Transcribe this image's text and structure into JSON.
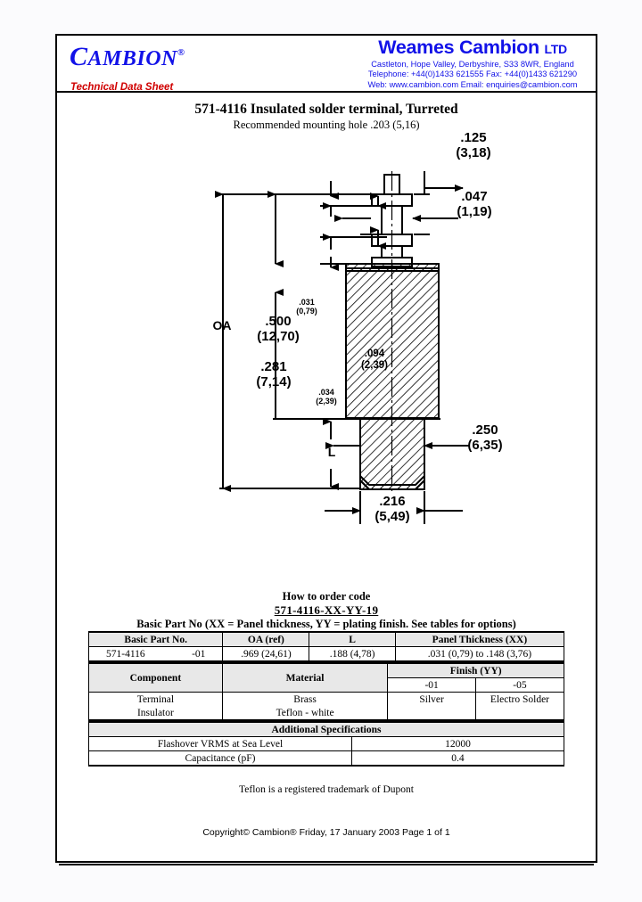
{
  "header": {
    "logo_text": "C",
    "logo_rest": "AMBION",
    "registered_mark": "®",
    "tagline": "Technical Data Sheet",
    "company_name": "Weames Cambion ",
    "company_suffix": "LTD",
    "address_line1": "Castleton, Hope Valley, Derbyshire, S33 8WR, England",
    "address_line2": "Telephone: +44(0)1433 621555  Fax: +44(0)1433 621290",
    "address_line3": "Web: www.cambion.com Email: enquiries@cambion.com",
    "brand_color": "#1212e8",
    "tagline_color": "#d00000"
  },
  "doc": {
    "title": "571-4116 Insulated solder terminal, Turreted",
    "subtitle": "Recommended mounting hole .203 (5,16)"
  },
  "drawing": {
    "dim_031_in": ".031",
    "dim_031_mm": "(0,79)",
    "dim_094_in": ".094",
    "dim_094_mm": "(2,39)",
    "dim_034_in": ".034",
    "dim_034_mm": "(2,39)",
    "dim_281_in": ".281",
    "dim_281_mm": "(7,14)",
    "dim_125_in": ".125",
    "dim_125_mm": "(3,18)",
    "dim_047_in": ".047",
    "dim_047_mm": "(1,19)",
    "dim_oa": "OA",
    "dim_500_in": ".500",
    "dim_500_mm": "(12,70)",
    "dim_250_in": ".250",
    "dim_250_mm": "(6,35)",
    "dim_216_in": ".216",
    "dim_216_mm": "(5,49)",
    "dim_L": "L"
  },
  "order_code": {
    "heading": "How to order code",
    "code": "571-4116-XX-YY-19",
    "note": "Basic Part No (XX = Panel thickness, YY = plating finish. See tables for options)"
  },
  "table1": {
    "headers": [
      "Basic Part No.",
      "OA (ref)",
      "L",
      "Panel Thickness (XX)"
    ],
    "row": {
      "part_no": "571-4116",
      "part_suffix": "-01",
      "oa": ".969 (24,61)",
      "l": ".188 (4,78)",
      "panel_thickness": ".031 (0,79) to .148 (3,76)"
    }
  },
  "table2": {
    "headers": [
      "Component",
      "Material",
      "Finish (YY)"
    ],
    "finish_codes": [
      "-01",
      "-05"
    ],
    "rows": [
      {
        "component": "Terminal",
        "material": "Brass",
        "finish_01": "Silver",
        "finish_05": "Electro Solder"
      },
      {
        "component": "Insulator",
        "material": "Teflon - white",
        "finish_01": "",
        "finish_05": ""
      }
    ]
  },
  "table3": {
    "header": "Additional Specifications",
    "rows": [
      {
        "label": "Flashover VRMS at Sea Level",
        "value": "12000"
      },
      {
        "label": "Capacitance (pF)",
        "value": "0.4"
      }
    ]
  },
  "footer": {
    "trademark": "Teflon is a registered trademark of Dupont",
    "copyright": "Copyright© Cambion® Friday, 17 January 2003 Page 1 of  1"
  }
}
